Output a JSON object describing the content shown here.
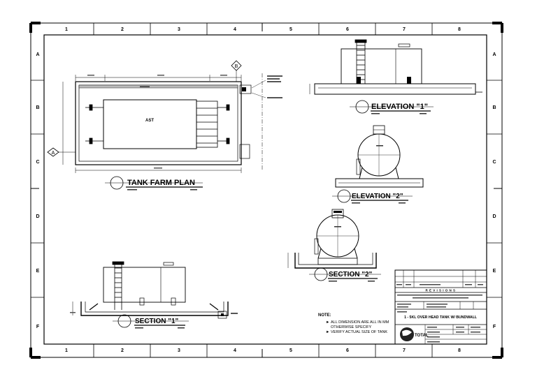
{
  "grid": {
    "columns": [
      "1",
      "2",
      "3",
      "4",
      "5",
      "6",
      "7",
      "8"
    ],
    "rows": [
      "A",
      "B",
      "C",
      "D",
      "E",
      "F"
    ]
  },
  "plan": {
    "title": "TANK FARM PLAN",
    "tank_label": "AST",
    "marker_a": "A",
    "marker_b": "B"
  },
  "elevation1": {
    "title": "ELEVATION \"1\""
  },
  "elevation2": {
    "title": "ELEVATION \"2\""
  },
  "section1": {
    "title": "SECTION \"1\""
  },
  "section2": {
    "title": "SECTION \"2\""
  },
  "notes": {
    "heading": "NOTE:",
    "items": [
      "ALL DIMENSION ARE ALL IN MM",
      "OTHERWISE SPECIFY",
      "VERIFY ACTUAL SIZE OF TANK"
    ]
  },
  "title_block": {
    "revisions_heading": "R E V I S I O N S",
    "project_title": "1 - 5KL OVER HEAD TANK W/ BUNDWALL",
    "logo_text": "TOTAL"
  }
}
